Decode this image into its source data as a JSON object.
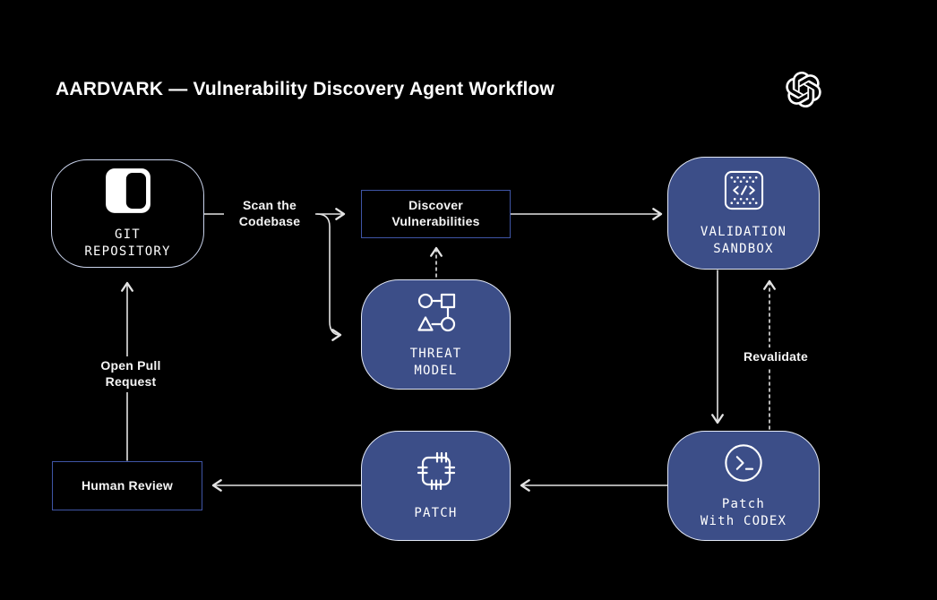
{
  "title": "AARDVARK — Vulnerability Discovery Agent Workflow",
  "logo": {
    "name": "OpenAI",
    "icon": "openai-logo-icon"
  },
  "colors": {
    "background": "#000000",
    "node_fill": "#3c4e88",
    "pill_border": "#e3e9f7",
    "git_border": "#c9d3ec",
    "box_border": "#3f55a6",
    "line": "#e3e3e3",
    "text": "#ffffff"
  },
  "nodes": {
    "git_repository": {
      "line1": "GIT",
      "line2": "REPOSITORY",
      "icon": "repository-icon"
    },
    "discover_vulnerabilities": {
      "line1": "Discover",
      "line2": "Vulnerabilities"
    },
    "validation_sandbox": {
      "line1": "VALIDATION",
      "line2": "SANDBOX",
      "icon": "code-sandbox-icon"
    },
    "threat_model": {
      "line1": "THREAT",
      "line2": "MODEL",
      "icon": "graph-model-icon"
    },
    "patch_with_codex": {
      "line1": "Patch",
      "line2": "With CODEX",
      "icon": "terminal-icon"
    },
    "patch": {
      "line1": "PATCH",
      "icon": "patch-chip-icon"
    },
    "human_review": {
      "line1": "Human Review"
    }
  },
  "edge_labels": {
    "scan": {
      "line1": "Scan the",
      "line2": "Codebase"
    },
    "open_pull_request": {
      "line1": "Open Pull",
      "line2": "Request"
    },
    "revalidate": "Revalidate"
  }
}
